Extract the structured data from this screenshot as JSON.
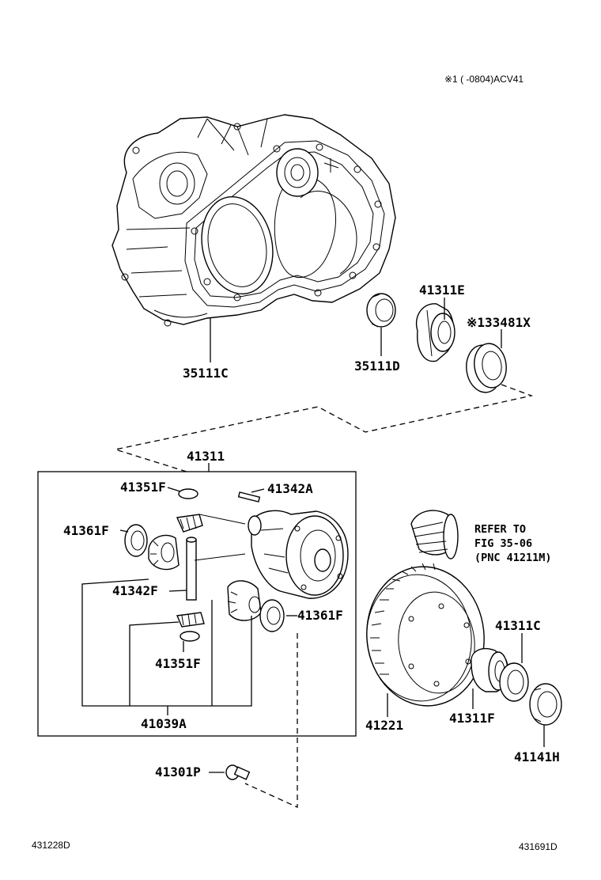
{
  "header_note": "※1 (    -0804)ACV41",
  "parts": {
    "transaxle_housing": "35111C",
    "housing_seal": "35111D",
    "bearing_e": "41311E",
    "oil_seal_x": "※133481X",
    "diff_case_assy": "41311",
    "washer_f_top": "41351F",
    "pin_a": "41342A",
    "washer_f_left": "41361F",
    "pinion_shaft": "41342F",
    "washer_f_right": "41361F",
    "washer_f_bottom": "41351F",
    "gear_kit": "41039A",
    "bolt": "41301P",
    "ring_gear": "41221",
    "bearing_c": "41311C",
    "bearing_f": "41311F",
    "oil_seal_h": "41141H"
  },
  "refer": {
    "line1": "REFER TO",
    "line2": "FIG 35-06",
    "line3": "(PNC 41211M)"
  },
  "footer": {
    "left_code": "431228D",
    "right_code": "431691D"
  }
}
